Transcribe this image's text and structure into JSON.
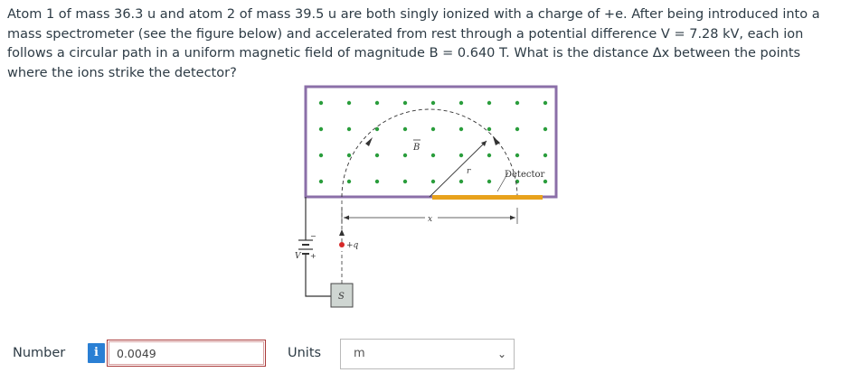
{
  "question": {
    "text": "Atom 1 of mass 36.3 u and atom 2 of mass 39.5 u are both singly ionized with a charge of +e. After being introduced into a mass spectrometer (see the figure below) and accelerated from rest through a potential difference V = 7.28 kV, each ion follows a circular path in a uniform magnetic field of magnitude B = 0.640 T. What is the distance Δx between the points where the ions strike the detector?"
  },
  "figure": {
    "b_label": "B",
    "r_label": "r",
    "detector_label": "Detector",
    "x_label": "x",
    "charge_label": "+q",
    "v_label": "V",
    "plus_label": "+",
    "minus_label": "−",
    "source_label": "S",
    "colors": {
      "field_dot": "#2a9d3c",
      "chamber_border": "#8b6fa8",
      "detector": "#e8a21c",
      "charge_dot": "#d62828"
    }
  },
  "answer": {
    "number_label": "Number",
    "info_icon_text": "i",
    "number_value": "0.0049",
    "units_label": "Units",
    "units_value": "m"
  }
}
